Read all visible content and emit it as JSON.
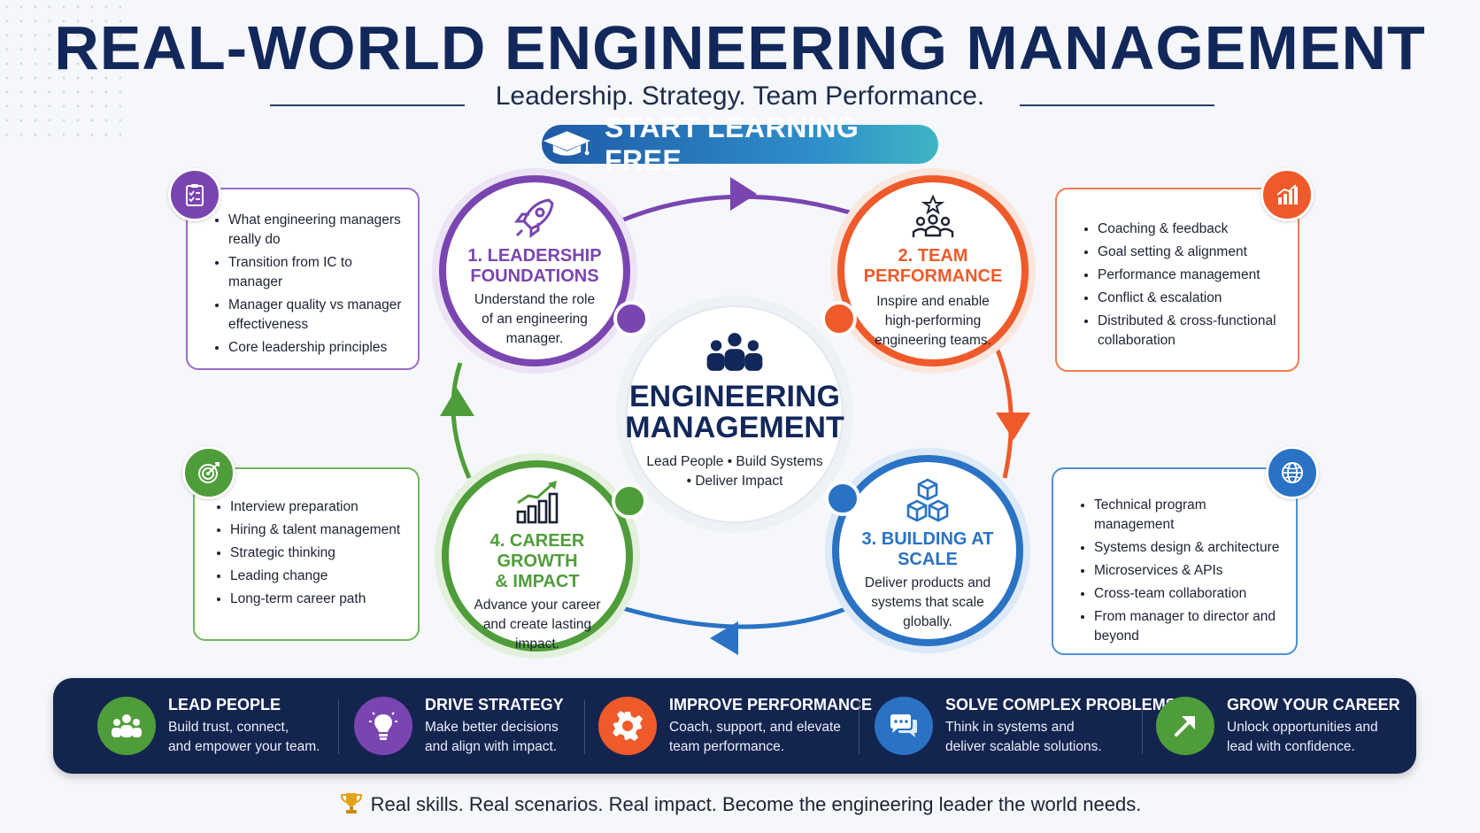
{
  "header": {
    "title": "REAL-WORLD ENGINEERING MANAGEMENT",
    "subtitle": "Leadership. Strategy. Team Performance.",
    "cta_label": "START LEARNING FREE"
  },
  "colors": {
    "navy": "#13285a",
    "purple": "#7a45b0",
    "orange": "#ef5a2a",
    "blue": "#2a72c4",
    "green": "#4f9d3a",
    "bar_bg": "#13244f"
  },
  "center": {
    "title_line1": "ENGINEERING",
    "title_line2": "MANAGEMENT",
    "tagline_line1": "Lead People • Build Systems",
    "tagline_line2": "• Deliver Impact",
    "icon": "team-icon"
  },
  "stages": [
    {
      "title_line1": "1. LEADERSHIP",
      "title_line2": "FOUNDATIONS",
      "desc_line1": "Understand the role",
      "desc_line2": "of an engineering",
      "desc_line3": "manager.",
      "icon": "rocket-icon"
    },
    {
      "title_line1": "2. TEAM PERFORMANCE",
      "title_line2": "",
      "desc_line1": "Inspire and enable",
      "desc_line2": "high-performing",
      "desc_line3": "engineering teams.",
      "icon": "team-star-icon"
    },
    {
      "title_line1": "3. BUILDING AT",
      "title_line2": "SCALE",
      "desc_line1": "Deliver products and",
      "desc_line2": "systems that scale",
      "desc_line3": "globally.",
      "icon": "cubes-icon"
    },
    {
      "title_line1": "4. CAREER GROWTH",
      "title_line2": "& IMPACT",
      "desc_line1": "Advance your career",
      "desc_line2": "and create lasting",
      "desc_line3": "impact.",
      "icon": "growth-chart-icon"
    }
  ],
  "cards": {
    "leadership": {
      "icon": "checklist-icon",
      "items": [
        "What engineering managers really do",
        "Transition from IC to manager",
        "Manager quality vs manager effectiveness",
        "Core leadership principles"
      ]
    },
    "team": {
      "icon": "bar-chart-icon",
      "items": [
        "Coaching & feedback",
        "Goal setting & alignment",
        "Performance management",
        "Conflict & escalation",
        "Distributed & cross-functional collaboration"
      ]
    },
    "career": {
      "icon": "target-icon",
      "items": [
        "Interview preparation",
        "Hiring & talent management",
        "Strategic thinking",
        "Leading change",
        "Long-term career path"
      ]
    },
    "scale": {
      "icon": "globe-icon",
      "items": [
        "Technical program management",
        "Systems design & architecture",
        "Microservices & APIs",
        "Cross-team collaboration",
        "From manager to director and beyond"
      ]
    }
  },
  "features": [
    {
      "title": "LEAD PEOPLE",
      "line1": "Build trust, connect,",
      "line2": "and empower your team.",
      "icon": "people-icon"
    },
    {
      "title": "DRIVE STRATEGY",
      "line1": "Make better decisions",
      "line2": "and align with impact.",
      "icon": "lightbulb-icon"
    },
    {
      "title": "IMPROVE PERFORMANCE",
      "line1": "Coach, support, and elevate",
      "line2": "team performance.",
      "icon": "gear-icon"
    },
    {
      "title": "SOLVE COMPLEX PROBLEMS",
      "line1": "Think in systems and",
      "line2": "deliver scalable solutions.",
      "icon": "chat-icon"
    },
    {
      "title": "GROW YOUR CAREER",
      "line1": "Unlock opportunities and",
      "line2": "lead with confidence.",
      "icon": "arrow-up-right-icon"
    }
  ],
  "footer": {
    "text": "Real skills. Real scenarios. Real impact. Become the engineering leader the world needs.",
    "icon": "trophy-icon"
  }
}
